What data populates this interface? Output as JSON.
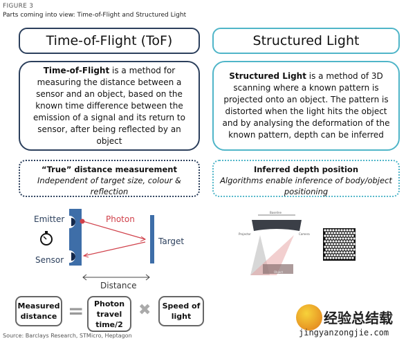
{
  "figure_label": "FIGURE 3",
  "subtitle": "Parts coming into view: Time-of-Flight and Structured Light",
  "tof": {
    "title": "Time-of-Flight (ToF)",
    "desc_bold": "Time-of-Flight",
    "desc": " is a method for measuring the distance between a sensor and an object, based on the known time difference between the emission of a signal and its return to sensor, after being reflected by an object",
    "feature_title": "“True” distance measurement",
    "feature_desc": "Independent of target size, colour & reflection"
  },
  "sl": {
    "title": "Structured Light",
    "desc_bold": "Structured Light",
    "desc": " is a method of 3D scanning where a known pattern is projected onto an object. The pattern is distorted when the light hits the object and by analysing the deformation of the known pattern, depth can be inferred",
    "feature_title": "Inferred depth position",
    "feature_desc": "Algorithms enable inference of body/object positioning",
    "diagram": {
      "baseline": "Baseline",
      "projector": "Projector",
      "camera": "Camera",
      "object": "Object"
    }
  },
  "diagram": {
    "emitter": "Emitter",
    "sensor": "Sensor",
    "photon": "Photon",
    "target": "Target",
    "distance": "Distance"
  },
  "equation": {
    "left": "Measured distance",
    "equals": "=",
    "middle": "Photon travel time/2",
    "times": "✖",
    "right": "Speed of light"
  },
  "source": "Source: Barclays Research, STMicro, Heptagon",
  "watermark": {
    "cn": "经验总结载",
    "url": "jingyanzongjie.com"
  },
  "colors": {
    "navy": "#2b3f5c",
    "teal": "#4fb5c8",
    "photon": "#d0404a",
    "device": "#3e6ea8"
  }
}
